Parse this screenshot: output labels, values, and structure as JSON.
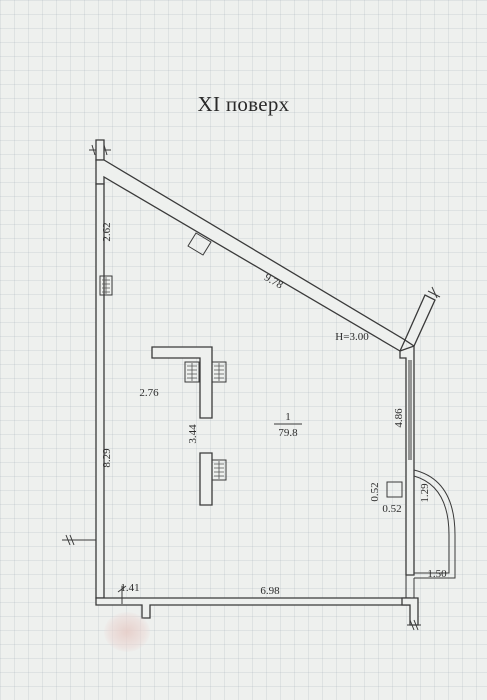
{
  "title": "XI поверх",
  "room": {
    "number": "1",
    "area": "79.8"
  },
  "ceiling_height": "H=3.00",
  "dimensions": {
    "top_left_wall": "2.62",
    "diagonal_wall": "9.78",
    "left_wall": "8.29",
    "bottom_wall": "6.98",
    "bottom_left_offset": "1.41",
    "bottom_right_offset": "1.50",
    "right_wall": "4.86",
    "balcony": "1.29",
    "column_a": "0.52",
    "column_b": "0.52",
    "partition_width": "2.76",
    "partition_height": "3.44"
  }
}
